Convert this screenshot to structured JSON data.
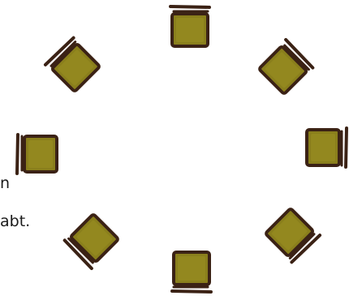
{
  "text_fragments": [
    "n",
    "abt."
  ],
  "chair_count": 8,
  "colors": {
    "chair_fill": "#8a7f1c",
    "chair_fill_light": "#a39828",
    "chair_outline": "#3b2215",
    "background": "#ffffff"
  }
}
